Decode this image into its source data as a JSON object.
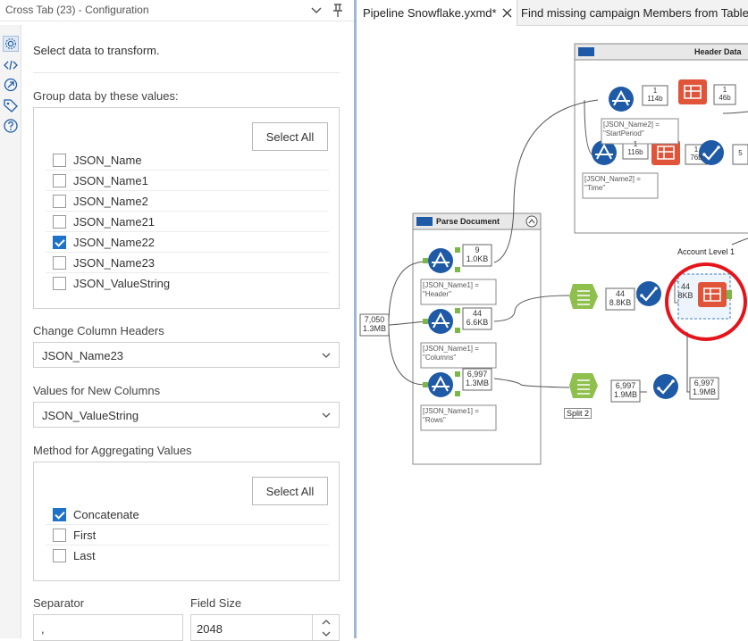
{
  "config": {
    "title": "Cross Tab (23) - Configuration",
    "intro": "Select data to transform.",
    "group_label": "Group data by these values:",
    "select_all": "Select All",
    "group_fields": [
      {
        "label": "JSON_Name",
        "checked": false
      },
      {
        "label": "JSON_Name1",
        "checked": false
      },
      {
        "label": "JSON_Name2",
        "checked": false
      },
      {
        "label": "JSON_Name21",
        "checked": false
      },
      {
        "label": "JSON_Name22",
        "checked": true
      },
      {
        "label": "JSON_Name23",
        "checked": false
      },
      {
        "label": "JSON_ValueString",
        "checked": false
      }
    ],
    "headers_label": "Change Column Headers",
    "headers_value": "JSON_Name23",
    "values_label": "Values for New Columns",
    "values_value": "JSON_ValueString",
    "method_label": "Method for Aggregating Values",
    "methods": [
      {
        "label": "Concatenate",
        "checked": true
      },
      {
        "label": "First",
        "checked": false
      },
      {
        "label": "Last",
        "checked": false
      }
    ],
    "separator_label": "Separator",
    "separator_value": ",",
    "field_size_label": "Field Size",
    "field_size_value": "2048"
  },
  "tabs": [
    {
      "label": "Pipeline Snowflake.yxmd*",
      "active": true
    },
    {
      "label": "Find missing campaign Members from Tableau",
      "active": false
    }
  ],
  "canvas": {
    "header_container": "Header Data",
    "parse_container": "Parse Document",
    "account_label": "Account Level 1",
    "split_label": "Split 2",
    "filter_exprs": {
      "start": "[JSON_Name2] = \"StartPeriod\"",
      "time": "[JSON_Name2] = \"Time\"",
      "header": "[JSON_Name1] = \"Header\"",
      "columns": "[JSON_Name1] = \"Columns\"",
      "rows": "[JSON_Name1] = \"Rows\""
    },
    "badges": {
      "input": [
        "7,050",
        "1.3MB"
      ],
      "f1": [
        "9",
        "1.0KB"
      ],
      "f2": [
        "44",
        "6.6KB"
      ],
      "f3": [
        "6,997",
        "1.3MB"
      ],
      "t1": [
        "44",
        "8.8KB"
      ],
      "t2": [
        "44",
        "8KB"
      ],
      "s1": [
        "6,997",
        "1.9MB"
      ],
      "s2": [
        "6,997",
        "1.9MB"
      ],
      "h1": [
        "1",
        "114b"
      ],
      "h2": [
        "1",
        "46b"
      ],
      "h3": [
        "1",
        "116b"
      ],
      "h4": [
        "1",
        "76b"
      ],
      "h5": [
        "5"
      ]
    },
    "colors": {
      "filter": "#1f5aa6",
      "crosstab": "#e0543a",
      "text_tool": "#8fbf4d",
      "select": "#1f5aa6",
      "highlight": "#e5141b"
    }
  }
}
